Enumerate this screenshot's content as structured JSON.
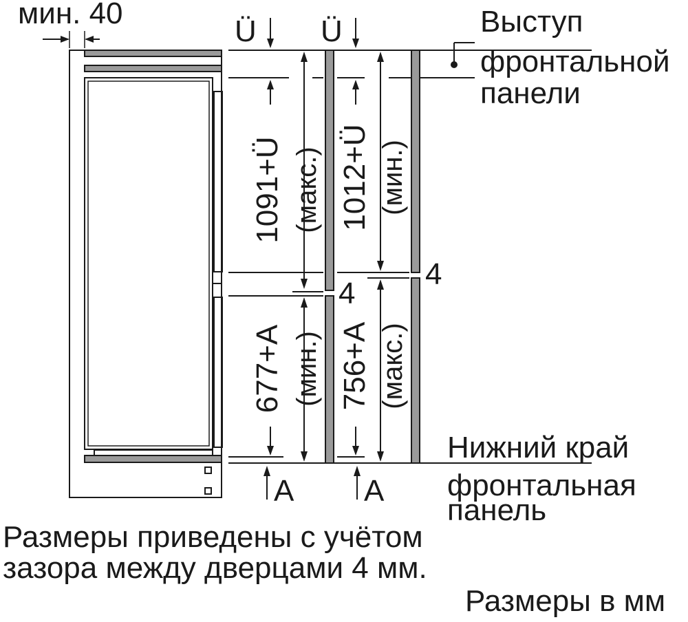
{
  "labels": {
    "min_clearance": "мин. 40",
    "overhang_marker_left": "Ü",
    "overhang_marker_right": "Ü",
    "top_callout_line1": "Выступ",
    "top_callout_line2": "фронтальной",
    "top_callout_line3": "панели",
    "dim_upper_max": "1091+Ü",
    "dim_upper_max_note": "(макс.)",
    "dim_upper_min": "1012+Ü",
    "dim_upper_min_note": "(мин.)",
    "dim_lower_min": "677+A",
    "dim_lower_min_note": "(мин.)",
    "dim_lower_max": "756+A",
    "dim_lower_max_note": "(макс.)",
    "gap_left": "4",
    "gap_right": "4",
    "bottom_marker_left": "A",
    "bottom_marker_right": "A",
    "bottom_callout_line1": "Нижний край",
    "bottom_callout_line2": "фронтальная",
    "bottom_callout_line3": "панель",
    "note_line1": "Размеры приведены с учётом",
    "note_line2": "зазора между дверцами 4 мм.",
    "units_note": "Размеры в мм"
  },
  "colors": {
    "line": "#1a1a1a",
    "panel_fill": "#9a9a9a",
    "background": "#ffffff"
  }
}
